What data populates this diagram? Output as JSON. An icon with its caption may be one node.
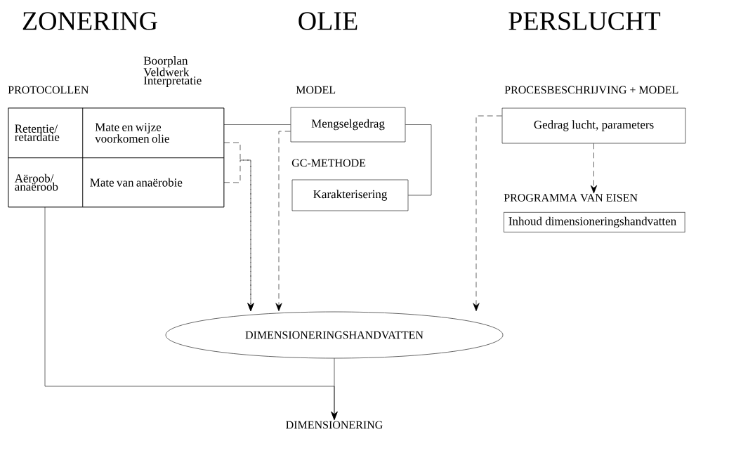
{
  "diagram": {
    "nodes": [
      {
        "text": [],
        "shape": "box"
      },
      {
        "text": [
          "Retentie/ retardatie"
        ],
        "in": 0
      },
      {
        "text": [
          "Mate en wijze voorkomen olie"
        ],
        "in": 0
      },
      {
        "text": [
          "Aëroob/ anaëroob"
        ],
        "in": 0
      },
      {
        "text": [
          "Mate van anaërobie"
        ],
        "in": 0
      },
      {
        "text": [
          "Mengselgedrag"
        ]
      },
      {
        "text": [
          "Karakterisering"
        ]
      },
      {
        "text": [
          "Gedrag lucht, parameters"
        ]
      },
      {
        "text": [
          "PROGRAMMA VAN EISEN",
          "Inhoud dimensioneringshandvatten"
        ]
      },
      {
        "text": [
          "DIMENSIONERINGSHANDVATTEN"
        ]
      },
      {
        "text": [
          "DIMENSIONERING"
        ]
      }
    ],
    "edges": [
      {
        "from": 2,
        "to": 5,
        "arrow": "none"
      },
      {
        "from": 5,
        "to": 6,
        "arrow": "none"
      },
      {
        "from": 2,
        "to": 9,
        "arrow": "to",
        "style": "dashed"
      },
      {
        "from": 4,
        "to": 9,
        "arrow": "to",
        "style": "dashed"
      },
      {
        "from": 5,
        "to": 9,
        "arrow": "to",
        "style": "dashed"
      },
      {
        "from": 7,
        "to": 8,
        "arrow": "to",
        "style": "dashed"
      },
      {
        "from": 7,
        "to": 9,
        "arrow": "to",
        "style": "dashed"
      },
      {
        "from": 9,
        "to": 10,
        "arrow": "to"
      },
      {
        "from": 3,
        "to": 10,
        "arrow": "to"
      }
    ],
    "labels": [
      "ZONERING",
      "OLIE",
      "PERSLUCHT",
      "Boorplan Veldwerk Interpretatie",
      "PROTOCOLLEN",
      "MODEL",
      "PROCESBESCHRIJVING + MODEL",
      "GC-METHODE"
    ]
  }
}
